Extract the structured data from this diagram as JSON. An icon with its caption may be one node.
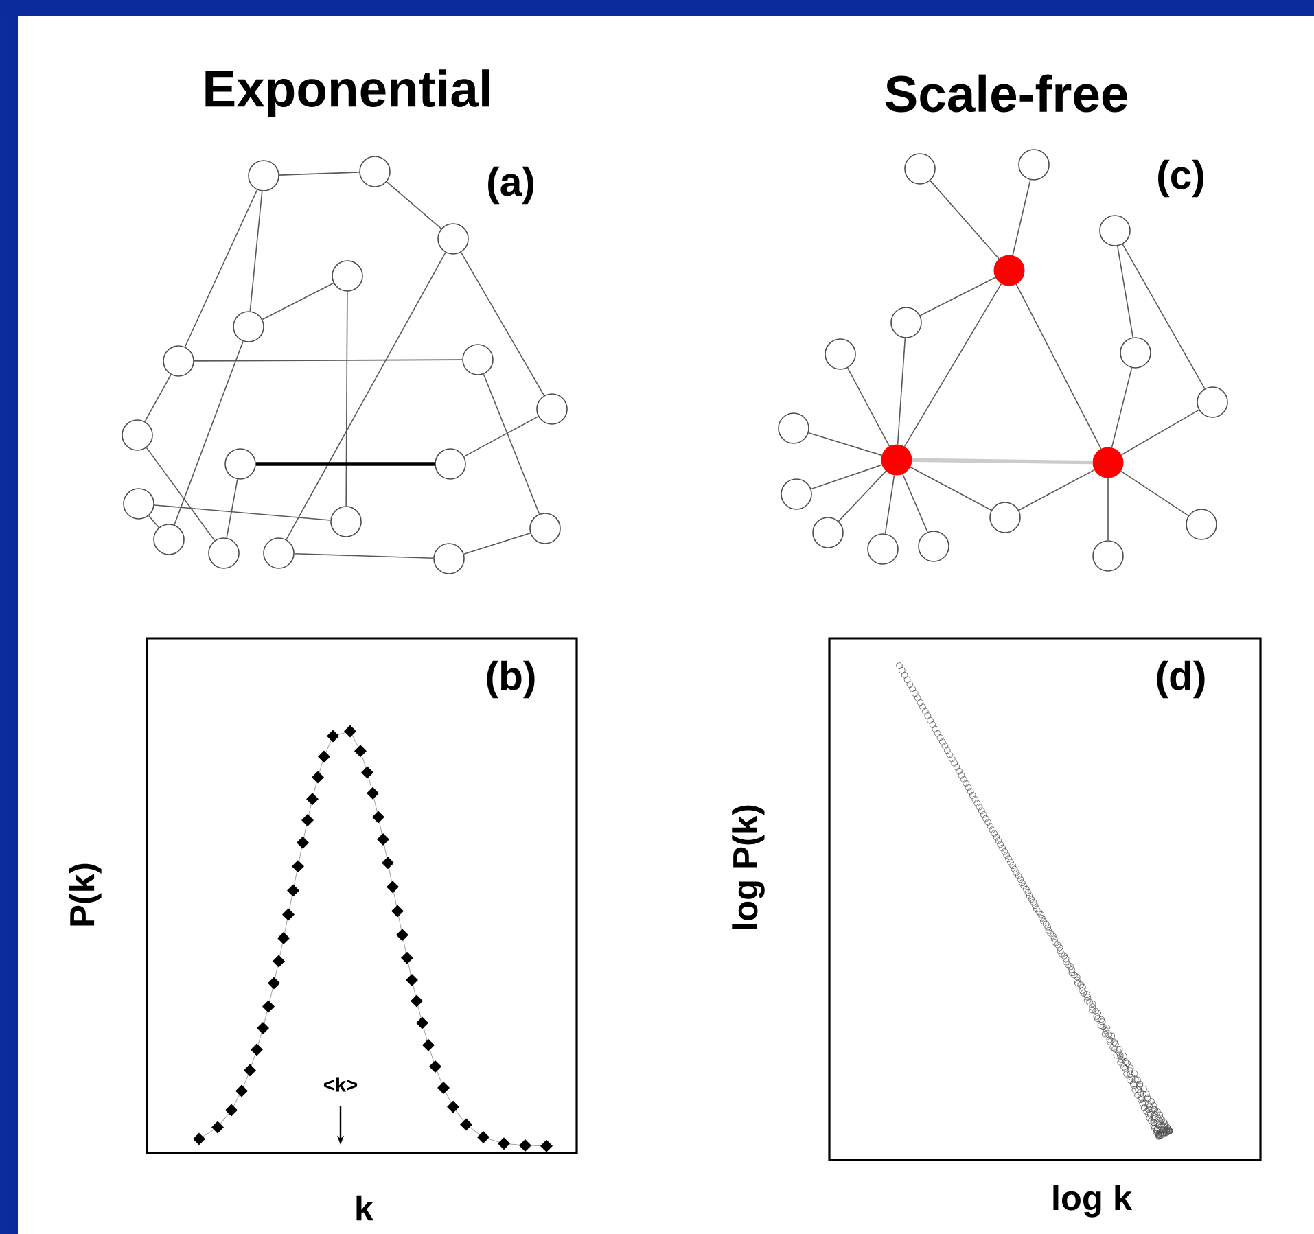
{
  "diagram": {
    "nodes": [
      {
        "text": [],
        "shape": "circle"
      },
      {
        "text": [],
        "shape": "circle"
      },
      {
        "text": [],
        "shape": "circle"
      },
      {
        "text": [],
        "shape": "circle"
      },
      {
        "text": [],
        "shape": "circle"
      },
      {
        "text": [],
        "shape": "circle"
      },
      {
        "text": [],
        "shape": "circle"
      },
      {
        "text": [],
        "shape": "circle"
      },
      {
        "text": [],
        "shape": "circle"
      },
      {
        "text": [],
        "shape": "circle"
      },
      {
        "text": [],
        "shape": "circle"
      },
      {
        "text": [],
        "shape": "circle"
      },
      {
        "text": [],
        "shape": "circle"
      },
      {
        "text": [],
        "shape": "circle"
      },
      {
        "text": [],
        "shape": "circle"
      },
      {
        "text": [],
        "shape": "circle"
      },
      {
        "text": [],
        "shape": "circle"
      },
      {
        "text": [],
        "shape": "circle"
      },
      {
        "text": [],
        "shape": "circle"
      },
      {
        "text": [],
        "shape": "circle"
      },
      {
        "text": [],
        "shape": "circle"
      },
      {
        "text": [],
        "shape": "circle"
      },
      {
        "text": [],
        "shape": "circle"
      },
      {
        "text": [],
        "shape": "circle"
      },
      {
        "text": [],
        "shape": "circle"
      },
      {
        "text": [],
        "shape": "circle"
      },
      {
        "text": [],
        "shape": "circle"
      },
      {
        "text": [],
        "shape": "circle"
      },
      {
        "text": [],
        "shape": "circle"
      },
      {
        "text": [],
        "shape": "circle"
      },
      {
        "text": [],
        "shape": "circle"
      },
      {
        "text": [],
        "shape": "circle"
      },
      {
        "text": [],
        "shape": "circle"
      },
      {
        "text": [],
        "shape": "circle"
      },
      {
        "text": [],
        "shape": "circle"
      },
      {
        "text": [],
        "shape": "circle"
      }
    ],
    "edges": [
      {
        "from": 0,
        "to": 1,
        "arrow": "none"
      },
      {
        "from": 1,
        "to": 2,
        "arrow": "none"
      },
      {
        "from": 0,
        "to": 5,
        "arrow": "none"
      },
      {
        "from": 0,
        "to": 4,
        "arrow": "none"
      },
      {
        "from": 4,
        "to": 3,
        "arrow": "none"
      },
      {
        "from": 3,
        "to": 12,
        "arrow": "none"
      },
      {
        "from": 4,
        "to": 14,
        "arrow": "none"
      },
      {
        "from": 5,
        "to": 6,
        "arrow": "none"
      },
      {
        "from": 5,
        "to": 8,
        "arrow": "none"
      },
      {
        "from": 8,
        "to": 15,
        "arrow": "none"
      },
      {
        "from": 2,
        "to": 7,
        "arrow": "none"
      },
      {
        "from": 2,
        "to": 16,
        "arrow": "none"
      },
      {
        "from": 6,
        "to": 13,
        "arrow": "none"
      },
      {
        "from": 7,
        "to": 10,
        "arrow": "none"
      },
      {
        "from": 9,
        "to": 10,
        "arrow": "none",
        "style": "thick"
      },
      {
        "from": 9,
        "to": 15,
        "arrow": "none"
      },
      {
        "from": 11,
        "to": 12,
        "arrow": "none"
      },
      {
        "from": 11,
        "to": 14,
        "arrow": "none"
      },
      {
        "from": 16,
        "to": 17,
        "arrow": "none"
      },
      {
        "from": 17,
        "to": 13,
        "arrow": "none"
      },
      {
        "from": 18,
        "to": 20,
        "arrow": "none"
      },
      {
        "from": 19,
        "to": 20,
        "arrow": "none"
      },
      {
        "from": 20,
        "to": 22,
        "arrow": "none"
      },
      {
        "from": 20,
        "to": 27,
        "arrow": "none"
      },
      {
        "from": 20,
        "to": 28,
        "arrow": "none"
      },
      {
        "from": 22,
        "to": 27,
        "arrow": "none"
      },
      {
        "from": 23,
        "to": 27,
        "arrow": "none"
      },
      {
        "from": 26,
        "to": 27,
        "arrow": "none"
      },
      {
        "from": 29,
        "to": 27,
        "arrow": "none"
      },
      {
        "from": 32,
        "to": 27,
        "arrow": "none"
      },
      {
        "from": 33,
        "to": 27,
        "arrow": "none"
      },
      {
        "from": 34,
        "to": 27,
        "arrow": "none"
      },
      {
        "from": 27,
        "to": 30,
        "arrow": "none"
      },
      {
        "from": 27,
        "to": 28,
        "arrow": "none",
        "style": "thick",
        "color": "#cccccc"
      },
      {
        "from": 30,
        "to": 28,
        "arrow": "none"
      },
      {
        "from": 21,
        "to": 24,
        "arrow": "none"
      },
      {
        "from": 21,
        "to": 25,
        "arrow": "none"
      },
      {
        "from": 24,
        "to": 28,
        "arrow": "none"
      },
      {
        "from": 25,
        "to": 28,
        "arrow": "none"
      },
      {
        "from": 31,
        "to": 28,
        "arrow": "none"
      },
      {
        "from": 35,
        "to": 28,
        "arrow": "none"
      }
    ],
    "labels": [
      "Exponential",
      "Scale-free",
      "(a)",
      "(c)",
      "(b)",
      "(d)",
      "P(k)",
      "<k>",
      "log P(k)",
      "k",
      "log k"
    ]
  }
}
